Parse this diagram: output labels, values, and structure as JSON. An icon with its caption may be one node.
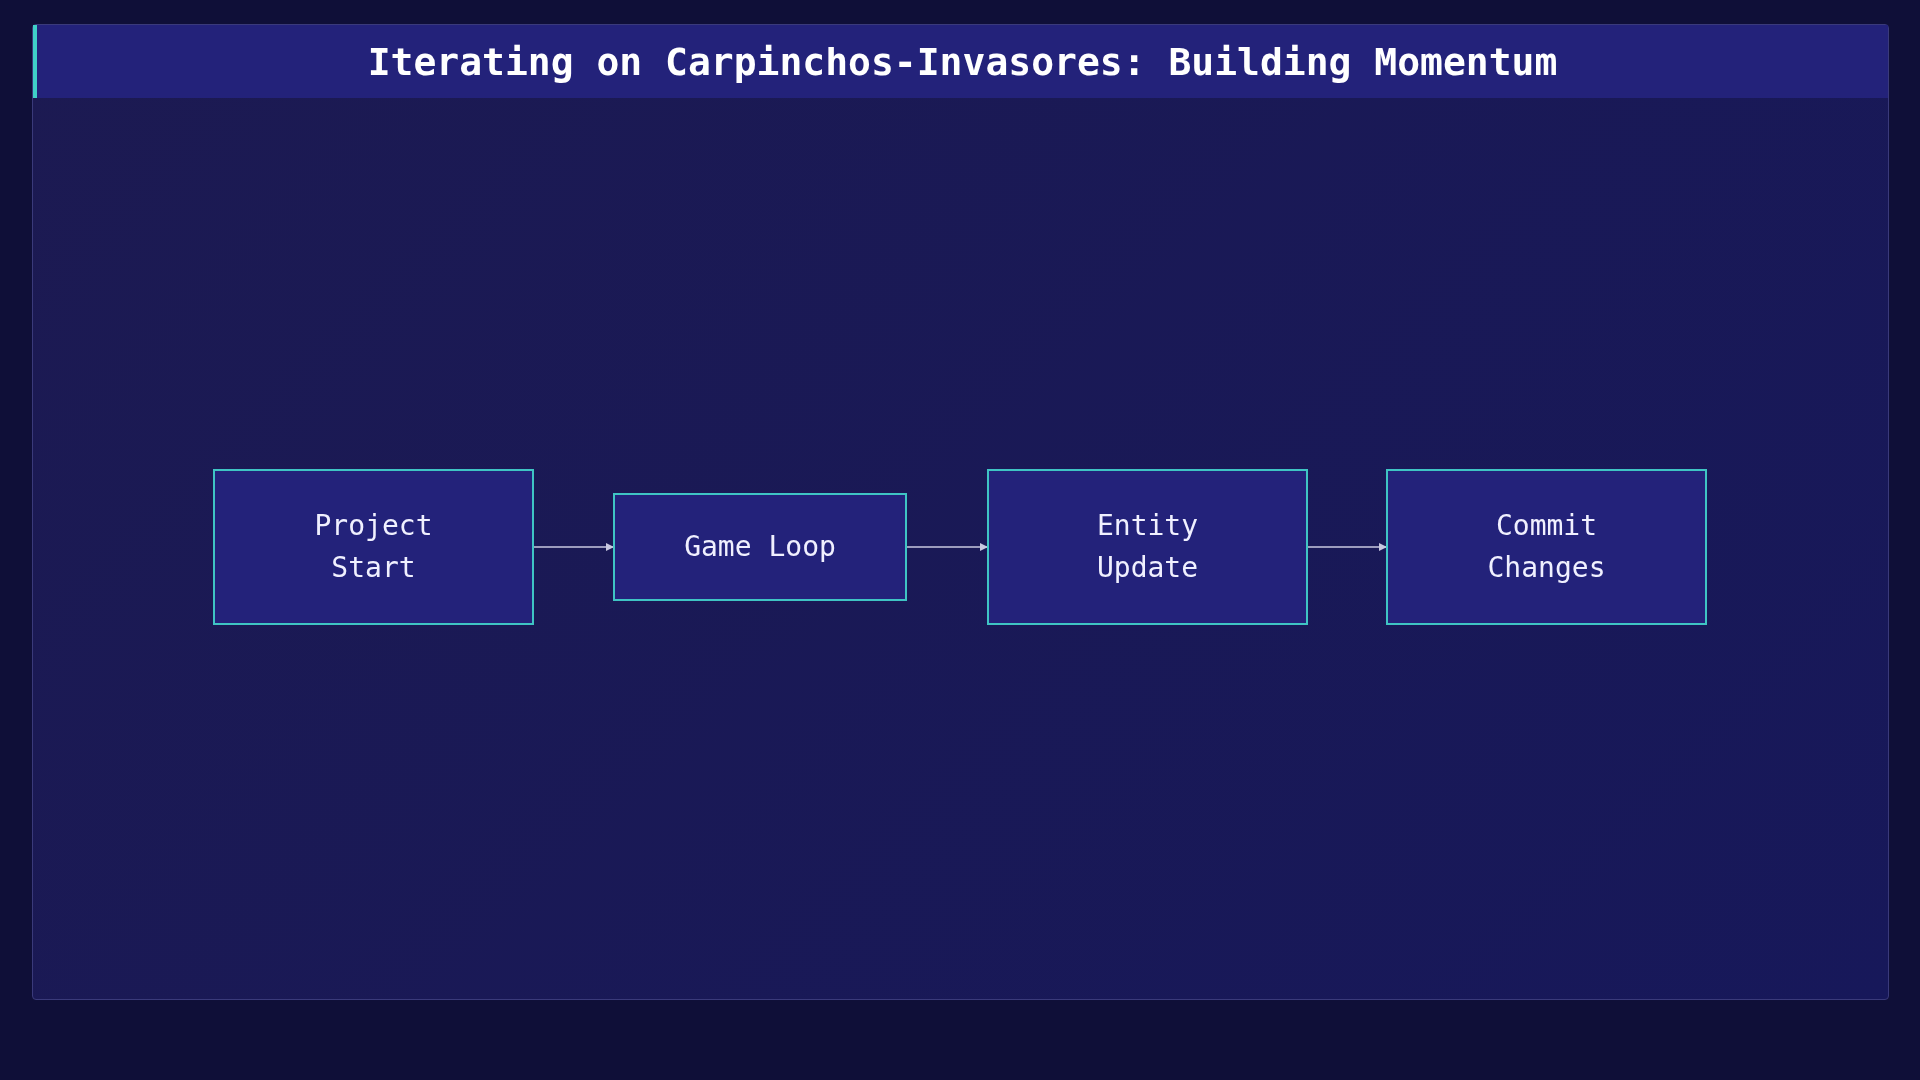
{
  "diagram": {
    "title": "Iterating on Carpinchos-Invasores: Building Momentum",
    "nodes": [
      {
        "text": [
          "Project Start"
        ]
      },
      {
        "text": [
          "Game Loop"
        ]
      },
      {
        "text": [
          "Entity Update"
        ]
      },
      {
        "text": [
          "Commit Changes"
        ]
      }
    ],
    "edges": [
      {
        "from": 0,
        "to": 1,
        "arrow": "to"
      },
      {
        "from": 1,
        "to": 2,
        "arrow": "to"
      },
      {
        "from": 2,
        "to": 3,
        "arrow": "to"
      }
    ]
  }
}
